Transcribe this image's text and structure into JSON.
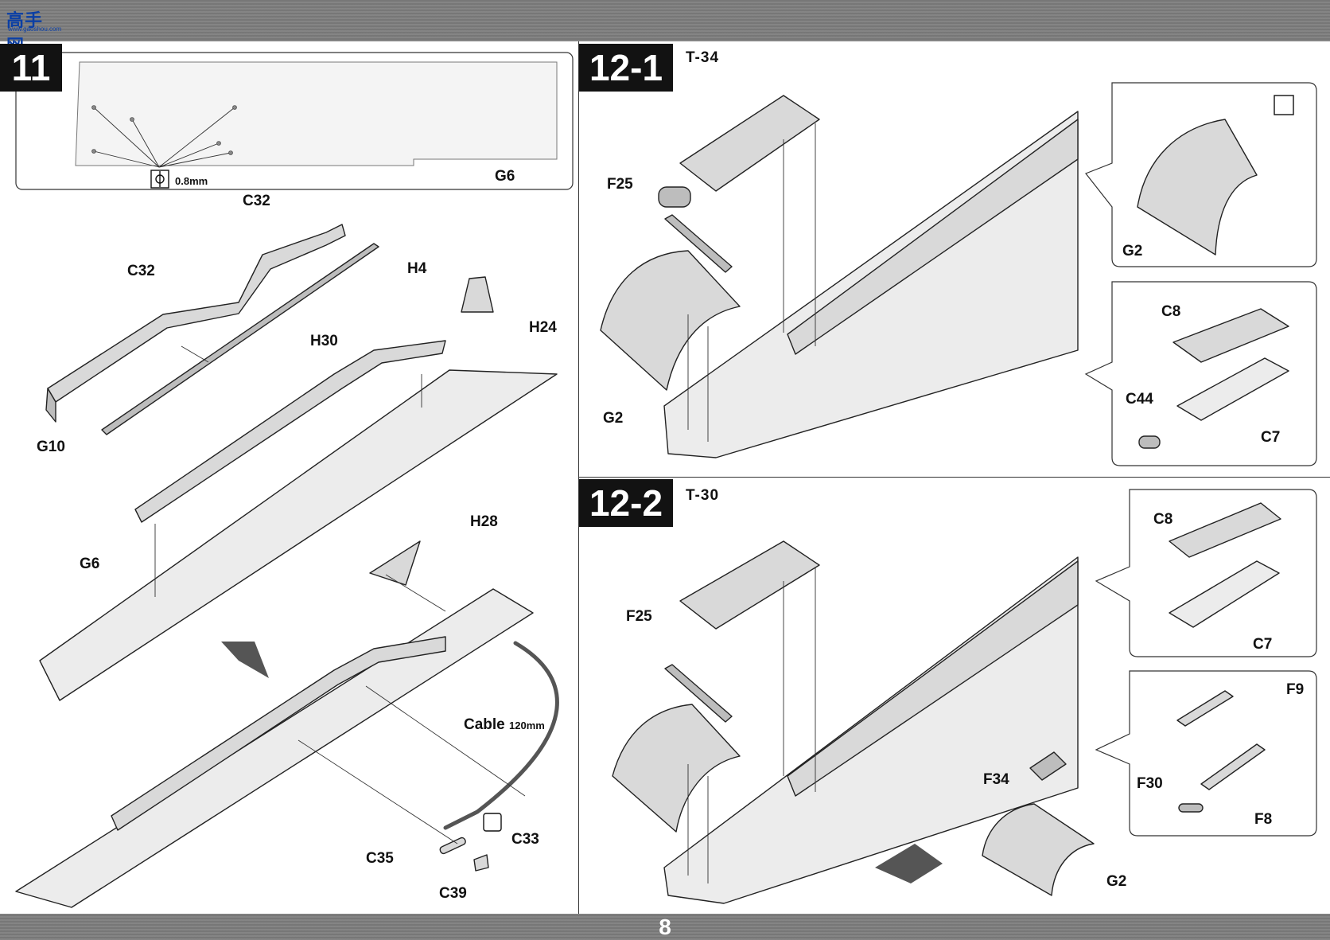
{
  "page": {
    "number": "8"
  },
  "logo": {
    "title": "高手网",
    "subtitle": "www.gaoshou.com"
  },
  "step11": {
    "number": "11",
    "template_part": "G6",
    "drill_size": "0.8mm",
    "labels": {
      "c32_top": "C32",
      "c32_left": "C32",
      "h4": "H4",
      "h24": "H24",
      "h30": "H30",
      "g10": "G10",
      "g6": "G6",
      "h28": "H28",
      "cable": "Cable",
      "cable_length": "120mm",
      "c33": "C33",
      "c35": "C35",
      "c39": "C39"
    }
  },
  "step12_1": {
    "number": "12-1",
    "variant": "T-34",
    "labels": {
      "f25": "F25",
      "g2": "G2",
      "g2_detail": "G2",
      "c8": "C8",
      "c44": "C44",
      "c7": "C7"
    }
  },
  "step12_2": {
    "number": "12-2",
    "variant": "T-30",
    "labels": {
      "f25": "F25",
      "c8": "C8",
      "c7": "C7",
      "f9": "F9",
      "f30": "F30",
      "f8": "F8",
      "f34": "F34",
      "g2": "G2"
    }
  }
}
